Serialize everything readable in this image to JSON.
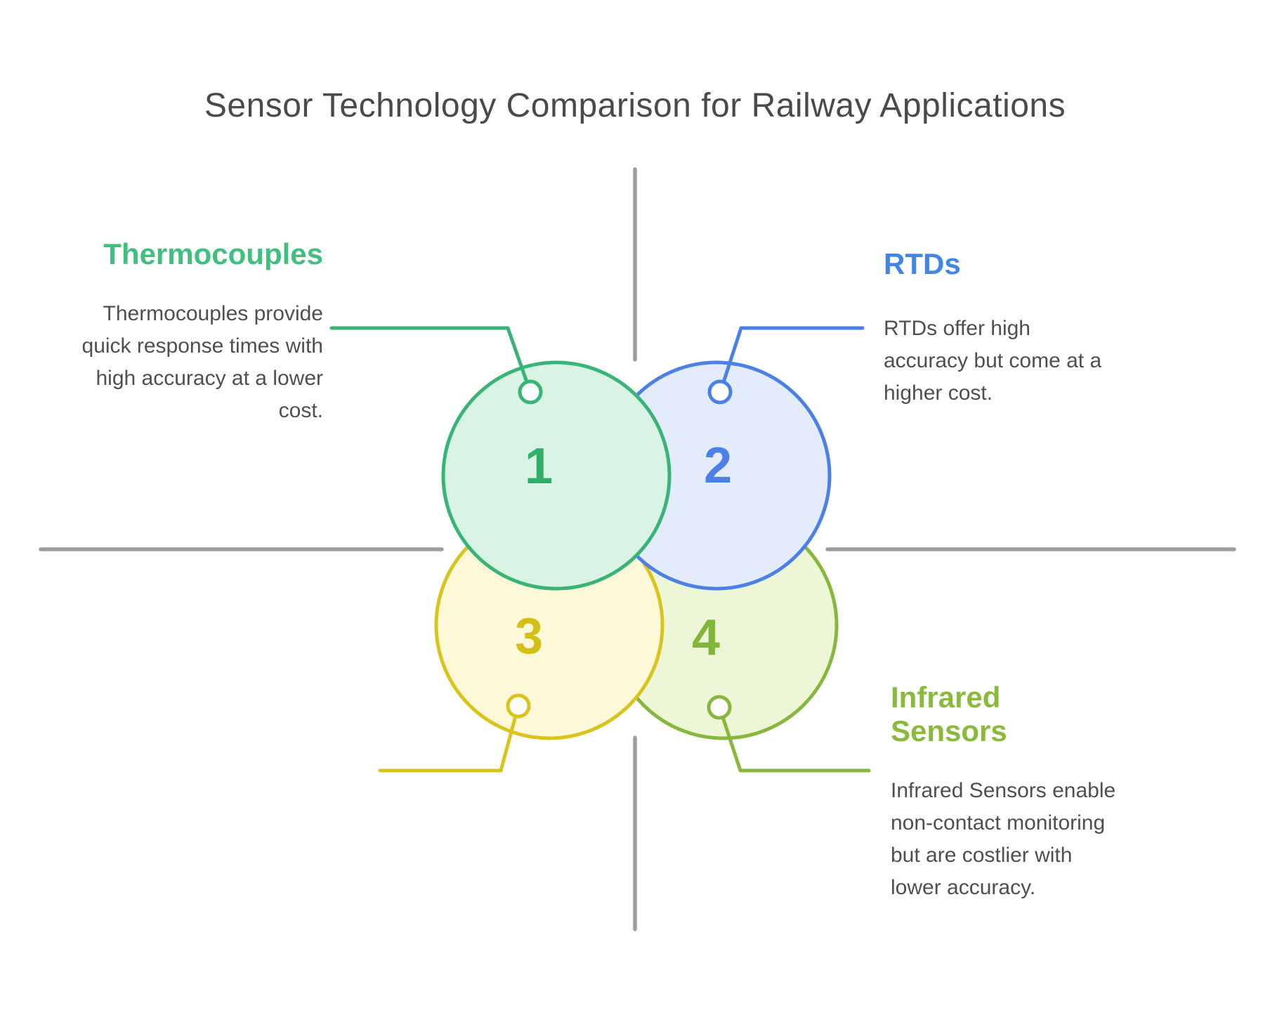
{
  "title": "Sensor Technology Comparison for Railway Applications",
  "items": [
    {
      "number": "1",
      "label": "Thermocouples",
      "description": "Thermocouples provide quick response times with high accuracy at a lower cost.",
      "accent": "#37b476"
    },
    {
      "number": "2",
      "label": "RTDs",
      "description": "RTDs offer high accuracy but come at a higher cost.",
      "accent": "#4b80e7"
    },
    {
      "number": "3",
      "accent": "#d9c41c"
    },
    {
      "number": "4",
      "label": "Infrared Sensors",
      "description": "Infrared Sensors enable non-contact monitoring but are costlier with lower accuracy.",
      "accent": "#87b73d"
    }
  ],
  "colors": {
    "background": "#ffffff",
    "title_text": "#4a4a4a",
    "body_text": "#4f4f4f",
    "guide_lines": "#9e9e9e",
    "circle1_fill": "#d9f3e4",
    "circle1_stroke": "#37b476",
    "circle2_fill": "#e4ecfb",
    "circle2_stroke": "#4b80e7",
    "circle3_fill": "#fdf8d8",
    "circle3_stroke": "#d9c41c",
    "circle4_fill": "#edf6d6",
    "circle4_stroke": "#87b73d"
  }
}
